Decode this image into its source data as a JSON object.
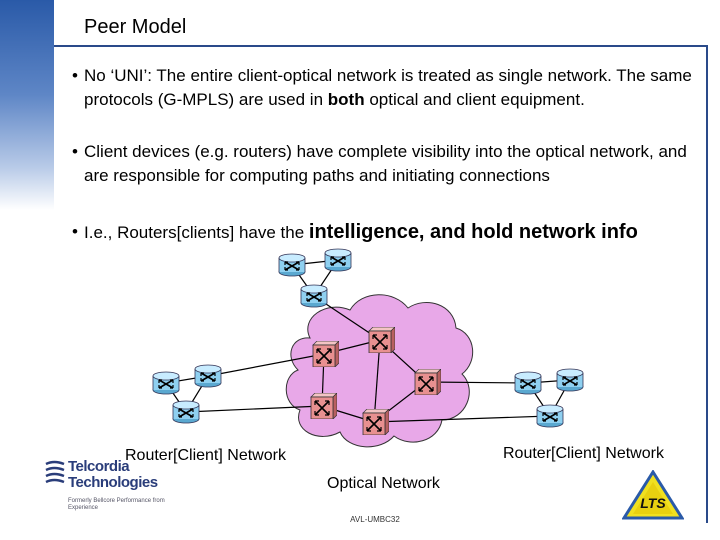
{
  "slide": {
    "title": "Peer Model",
    "footer": "AVL-UMBC32"
  },
  "bullets": [
    {
      "parts": [
        {
          "text": "No ‘UNI’:  The entire client-optical network is treated as single network. The same protocols (G-MPLS) are used in "
        },
        {
          "text": "both",
          "bold": true
        },
        {
          "text": " optical and client equipment."
        }
      ]
    },
    {
      "parts": [
        {
          "text": "Client devices (e.g. routers) have complete visibility into the optical network, and are responsible for computing paths and initiating connections"
        }
      ]
    },
    {
      "parts": [
        {
          "text": "I.e., Routers[clients] have the "
        },
        {
          "text": "intelligence, and hold network info",
          "big": true
        }
      ]
    }
  ],
  "diagram": {
    "label_left": "Router[Client] Network",
    "label_right": "Router[Client] Network",
    "label_optical": "Optical Network",
    "colors": {
      "cloud": "#e8a8e8",
      "router": "#8fd0f0",
      "switch": "#e89090"
    }
  },
  "logo": {
    "line1": "Telcordia",
    "line2": "Technologies",
    "tagline": "Formerly Bellcore Performance from Experience",
    "badge": "LTS"
  }
}
